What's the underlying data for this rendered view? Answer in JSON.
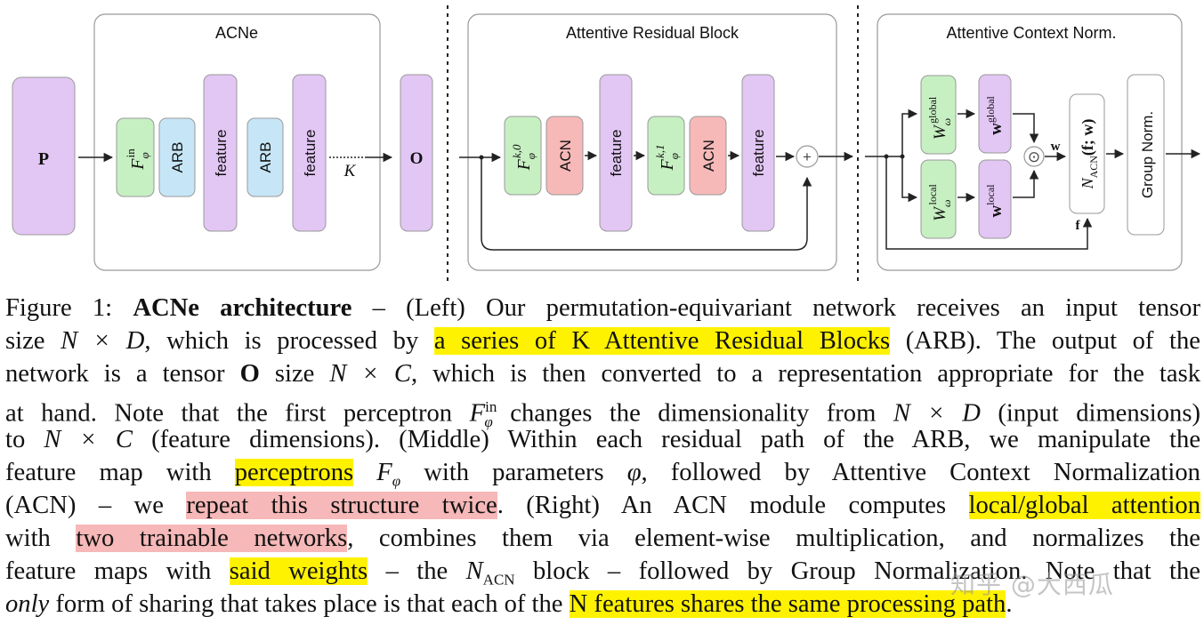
{
  "diagram": {
    "panels": {
      "left_title": "ACNe",
      "middle_title": "Attentive Residual Block",
      "right_title": "Attentive Context Norm."
    },
    "left": {
      "input": "P",
      "perceptron_base": "F",
      "perceptron_sub": "φ",
      "perceptron_sup": "in",
      "arb1": "ARB",
      "feature1": "feature",
      "arb2": "ARB",
      "feature2": "feature",
      "repeat": "K",
      "output": "O"
    },
    "middle": {
      "perc1_base": "F",
      "perc1_sub": "φ",
      "perc1_sup": "k,0",
      "acn1": "ACN",
      "feature1": "feature",
      "perc2_base": "F",
      "perc2_sub": "φ",
      "perc2_sup": "k,1",
      "acn2": "ACN",
      "feature2": "feature",
      "plus": "+"
    },
    "right": {
      "w_global_base": "W",
      "w_global_sub": "ω",
      "w_global_sup": "global",
      "w_local_base": "W",
      "w_local_sub": "ω",
      "w_local_sup": "local",
      "wg_base": "w",
      "wg_sup": "global",
      "wl_base": "w",
      "wl_sup": "local",
      "odot": "⊙",
      "w_label": "w",
      "f_label": "f",
      "nacn_base": "N",
      "nacn_sub": "ACN",
      "nacn_args": "(f; w)",
      "group_norm": "Group Norm."
    }
  },
  "caption": {
    "l1_a": "Figure 1:",
    "l1_b": "ACNe architecture",
    "l1_c": "– (Left) Our permutation-equivariant network receives an input tensor",
    "l2_a": "size",
    "l2_b": "N × D",
    "l2_c": ", which is processed by",
    "l2_hl": "a series of K Attentive Residual Blocks",
    "l2_d": "(ARB). The output of the",
    "l3_a": "network is a tensor",
    "l3_b": "O",
    "l3_c": "size",
    "l3_d": "N × C",
    "l3_e": ", which is then converted to a representation appropriate for the task",
    "l4_a": "at hand. Note that the first perceptron",
    "l4_b": "F",
    "l4_sup": "in",
    "l4_sub": "φ",
    "l4_c": "changes the dimensionality from",
    "l4_d": "N × D",
    "l4_e": "(input dimensions)",
    "l5_a": "to",
    "l5_b": "N × C",
    "l5_c": "(feature dimensions). (Middle) Within each residual path of the ARB, we manipulate the",
    "l6_a": "feature map with",
    "l6_hl": "perceptrons",
    "l6_b": "F",
    "l6_sub": "φ",
    "l6_c": "with parameters",
    "l6_d": "φ",
    "l6_e": ", followed by Attentive Context Normalization",
    "l7_a": "(ACN) – we",
    "l7_hl": "repeat this structure twice",
    "l7_b": ". (Right) An ACN module computes",
    "l7_hl2": "local/global attention",
    "l8_a": "with",
    "l8_hl": "two trainable networks",
    "l8_b": ", combines them via element-wise multiplication, and normalizes the",
    "l9_a": "feature maps with",
    "l9_hl": "said weights",
    "l9_b": "– the",
    "l9_c": "N",
    "l9_sub": "ACN",
    "l9_d": "block – followed by Group Normalization. Note that the",
    "l10_a": "only",
    "l10_b": "form of sharing that takes place is that each of the",
    "l10_hl": "N features shares the same processing path",
    "l10_c": "."
  },
  "watermark": "知乎 @大西瓜",
  "colors": {
    "purple": "#e2c6f4",
    "green": "#c7f0c2",
    "blue": "#c6e6f7",
    "red": "#f7b8b8",
    "highlight_yellow": "#fff200",
    "highlight_pink": "#f6b8b8"
  }
}
